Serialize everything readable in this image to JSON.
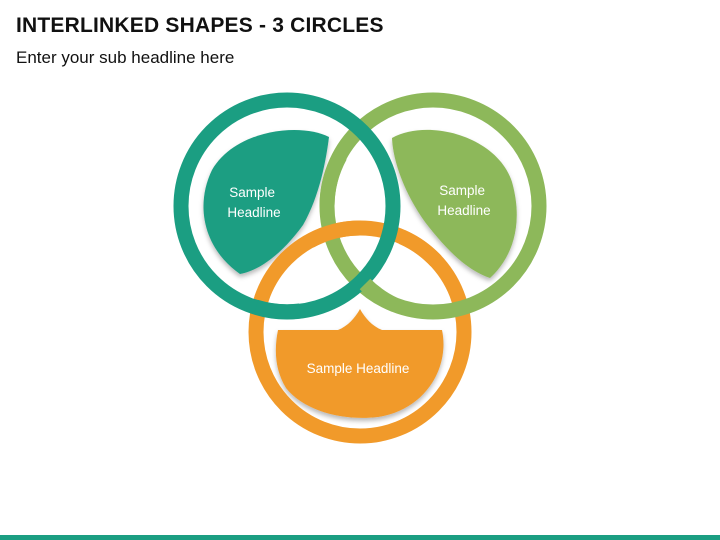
{
  "header": {
    "title": "INTERLINKED SHAPES - 3 CIRCLES",
    "subtitle": "Enter your sub headline here"
  },
  "diagram": {
    "circles": [
      {
        "id": "teal",
        "color": "#1b9e82",
        "label_lines": [
          "Sample",
          "Headline"
        ]
      },
      {
        "id": "green",
        "color": "#8db85a",
        "label_lines": [
          "Sample",
          "Headline"
        ]
      },
      {
        "id": "orange",
        "color": "#f19a2a",
        "label_lines": [
          "Sample Headline"
        ]
      }
    ]
  },
  "footer": {
    "bar_color": "#1b9e82"
  }
}
